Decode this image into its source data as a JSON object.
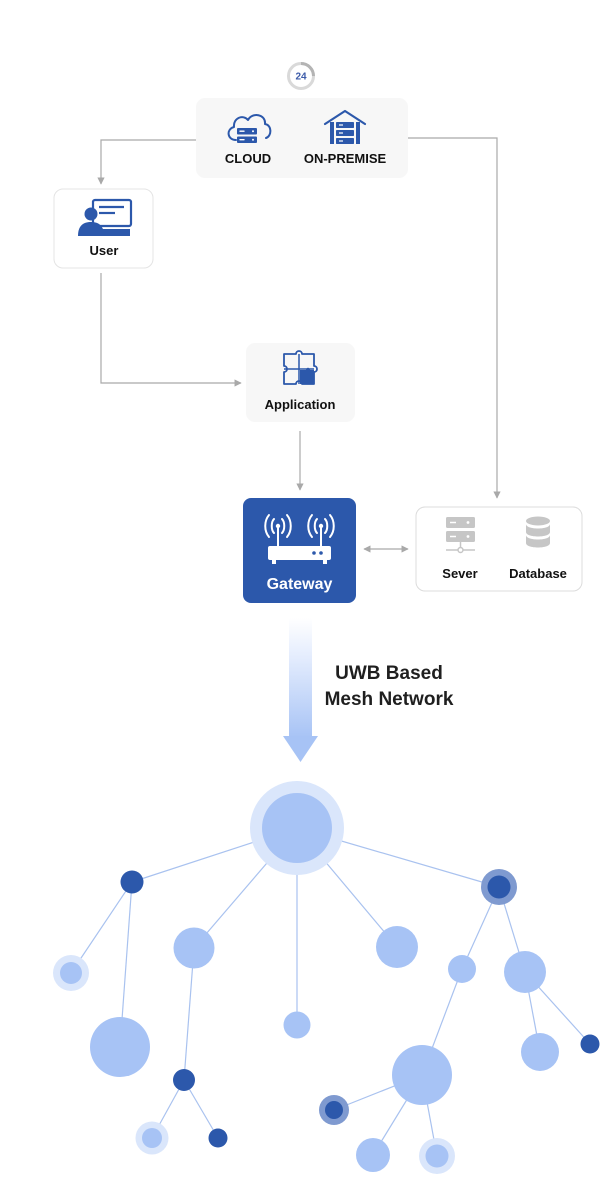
{
  "badge": {
    "number": "24"
  },
  "cloud_box": {
    "cloud_label": "CLOUD",
    "onpremise_label": "ON-PREMISE"
  },
  "user_box": {
    "label": "User"
  },
  "application_box": {
    "label": "Application"
  },
  "gateway_box": {
    "label": "Gateway"
  },
  "server_box": {
    "server_label": "Sever",
    "database_label": "Database"
  },
  "mesh": {
    "title_line1": "UWB Based",
    "title_line2": "Mesh Network"
  },
  "colors": {
    "primary_blue": "#2c58ab",
    "node_light": "#a7c3f5",
    "node_halo": "#dae6fb",
    "box_bg": "#f7f7f7",
    "connector": "#a9a9a9",
    "mesh_link": "#a9c2ef"
  }
}
